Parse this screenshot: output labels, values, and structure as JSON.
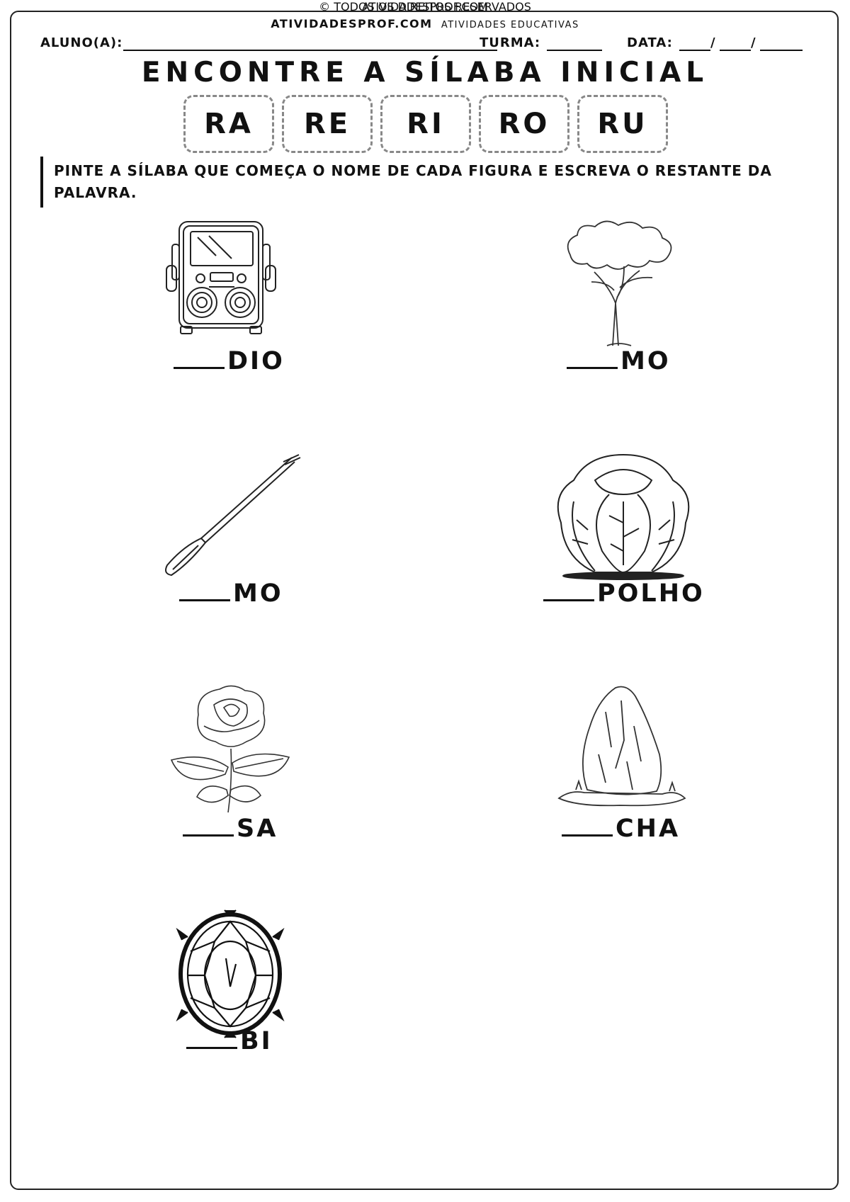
{
  "header": {
    "brand": "ATIVIDADESPROF.COM",
    "tagline": "ATIVIDADES EDUCATIVAS"
  },
  "fields": {
    "student_label": "ALUNO(A):",
    "class_label": "TURMA:",
    "date_label": "DATA:",
    "date_separator": "/"
  },
  "title": "ENCONTRE A SÍLABA INICIAL",
  "syllables": [
    "RA",
    "RE",
    "RI",
    "RO",
    "RU"
  ],
  "instruction": "PINTE A SÍLABA QUE COMEÇA O NOME DE CADA FIGURA E ESCREVA O RESTANTE DA PALAVRA.",
  "items": [
    {
      "icon": "radio-icon",
      "suffix": "DIO"
    },
    {
      "icon": "tree-icon",
      "suffix": "MO"
    },
    {
      "icon": "oar-icon",
      "suffix": "MO"
    },
    {
      "icon": "cabbage-icon",
      "suffix": "POLHO"
    },
    {
      "icon": "rose-icon",
      "suffix": "SA"
    },
    {
      "icon": "rock-icon",
      "suffix": "CHA"
    },
    {
      "icon": "ruby-icon",
      "suffix": "BI"
    }
  ],
  "footer": {
    "site": "ATIVIDADESPROF.COM",
    "rights": "© TODOS OS DIREITOS RESERVADOS"
  }
}
